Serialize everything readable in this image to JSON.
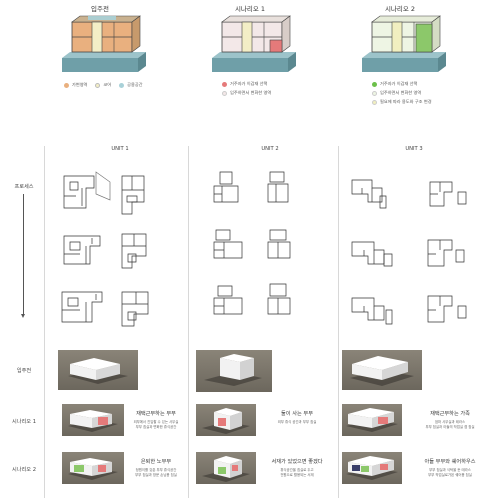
{
  "scenarios": {
    "titles": [
      "입주전",
      "시나리오 1",
      "시나리오 2"
    ],
    "colors": {
      "private": "#e9b07f",
      "core": "#f3eec6",
      "shared": "#a9d1d8",
      "base": "#6f9fa8",
      "changed_red": "#e57a7a",
      "changed_green": "#8cc86a",
      "changed_pale": "#f3e8e8",
      "changed_pale_green": "#e8f3d9"
    },
    "legend_before": [
      {
        "label": "가변영역",
        "color": "#e9b07f"
      },
      {
        "label": "코어",
        "color": "#f3eec6"
      },
      {
        "label": "공용공간",
        "color": "#a9d1d8"
      }
    ],
    "legend_s1": [
      {
        "label": "거주자가 이감재 선택",
        "color": "#e57a7a"
      },
      {
        "label": "입주하면서 변화한 영역",
        "color": "#f3e8e8"
      }
    ],
    "legend_s2": [
      {
        "label": "거주자가 이감재 선택",
        "color": "#6cc04a"
      },
      {
        "label": "입주하면서 변화한 영역",
        "color": "#eef5e4"
      },
      {
        "label": "필요에 따라 용도와 구조 변경",
        "color": "#f1efc0"
      }
    ]
  },
  "matrix": {
    "units": [
      "UNIT 1",
      "UNIT 2",
      "UNIT 3"
    ],
    "row_labels": {
      "process": "프로세스",
      "before": "입주전",
      "s1": "시나리오 1",
      "s2": "시나리오 2"
    },
    "captions": {
      "u1_s1": {
        "title": "재택근무하는 부부",
        "sub": [
          "외부에서 진입할 수 있는 사무실",
          "부부 침실과 변화한 휴식공간"
        ]
      },
      "u2_s1": {
        "title": "둘이 사는 부부",
        "sub": [
          "외부 휴식 공간과 부부 침실"
        ]
      },
      "u3_s1": {
        "title": "재택근무하는 가족",
        "sub": [
          "엄마 사무실과 테라스",
          "부부 침실과 아들의 작업실 겸 침실"
        ]
      },
      "u1_s2": {
        "title": "은퇴한 노부부",
        "sub": [
          "정원이를 갖춘 부부 휴식공간",
          "부부 침실과 방문 손님용 침실"
        ]
      },
      "u2_s2": {
        "title": "서재가 있었으면 좋겠다",
        "sub": [
          "휴식공간을 침실로 두고",
          "전원으로 활용되는 서재"
        ]
      },
      "u3_s2": {
        "title": "아들 부부와 쉐어하우스",
        "sub": [
          "부부 침실과 식탁을 둔 테라스",
          "부부 작업실로가된 쉐어용 침실"
        ]
      }
    }
  }
}
